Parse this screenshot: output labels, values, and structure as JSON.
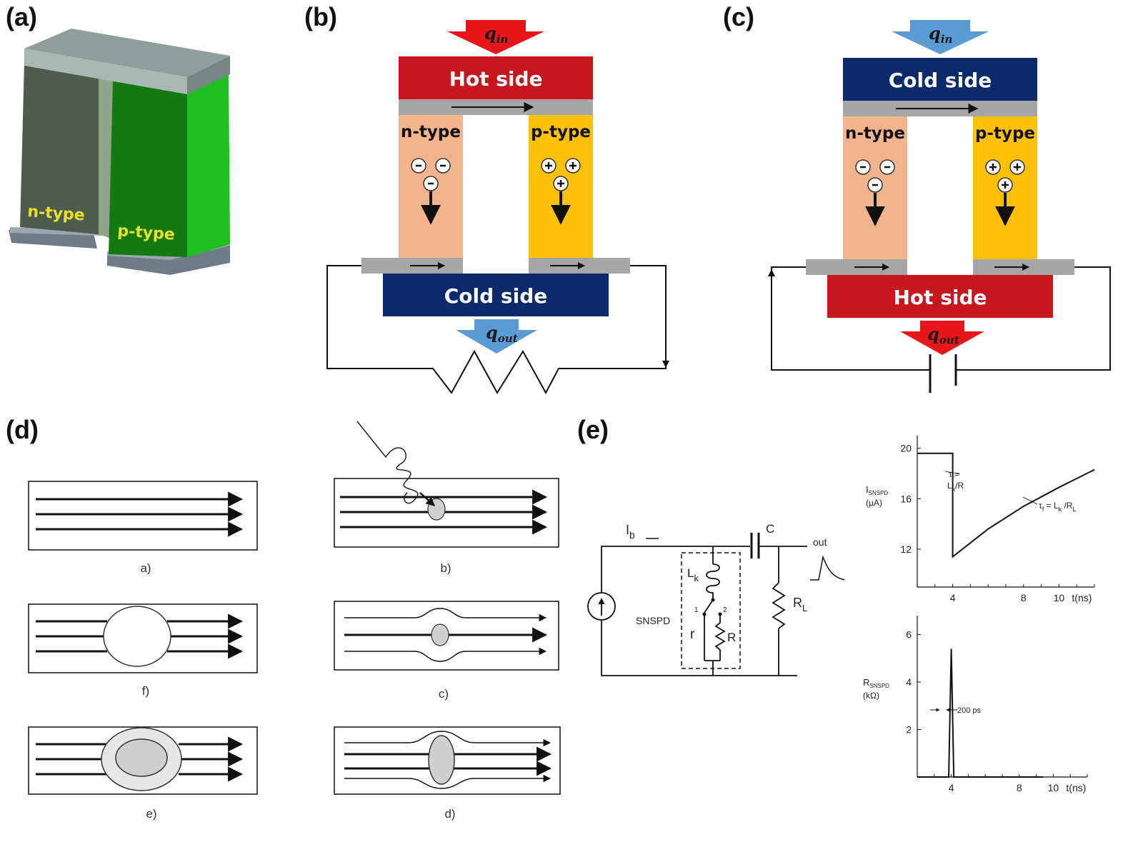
{
  "panels": {
    "a": {
      "label": "(a)",
      "n_label": "n-type",
      "p_label": "p-type"
    },
    "b": {
      "label": "(b)",
      "top_plate": "Hot side",
      "bottom_plate": "Cold side",
      "n_leg": "n-type",
      "p_leg": "p-type",
      "q_in": "q",
      "q_in_sub": "in",
      "q_out": "q",
      "q_out_sub": "out"
    },
    "c": {
      "label": "(c)",
      "top_plate": "Cold side",
      "bottom_plate": "Hot side",
      "n_leg": "n-type",
      "p_leg": "p-type",
      "q_in": "q",
      "q_in_sub": "in",
      "q_out": "q",
      "q_out_sub": "out"
    },
    "d": {
      "label": "(d)",
      "captions": [
        "a)",
        "b)",
        "f)",
        "c)",
        "e)",
        "d)"
      ]
    },
    "e": {
      "label": "(e)",
      "circuit": {
        "ib": "I",
        "ib_sub": "b",
        "c": "C",
        "out": "out",
        "lk": "L",
        "lk_sub": "k",
        "snspd": "SNSPD",
        "r_small": "r",
        "r_big": "R",
        "rl": "R",
        "rl_sub": "L",
        "sw1": "1",
        "sw2": "2"
      },
      "plot_current": {
        "ylabel_top": "I",
        "ylabel_sub": "SNSPD",
        "ylabel_unit": "(µA)",
        "yticks": [
          "20",
          "16",
          "12"
        ],
        "xticks": [
          "4",
          "8",
          "10"
        ],
        "xunit": "t(ns)",
        "rise_annot_top": "τ",
        "rise_annot_sub": "r",
        "rise_annot_eq": "=",
        "rise_annot_bottom": "L",
        "rise_annot_bottom_sub": "k",
        "rise_annot_bottom_rest": "/R",
        "fall_annot": "τ",
        "fall_annot_sub": "f",
        "fall_annot_eq": " = L",
        "fall_annot_eq_sub": "k",
        "fall_annot_rest": " /R",
        "fall_annot_rest_sub": "L"
      },
      "plot_resistance": {
        "ylabel_top": "R",
        "ylabel_sub": "SNSPD",
        "ylabel_unit": "(kΩ)",
        "yticks": [
          "6",
          "4",
          "2"
        ],
        "xticks": [
          "4",
          "8",
          "10"
        ],
        "xunit": "t(ns)",
        "width_annot": "200 ps"
      }
    }
  },
  "chart_data": [
    {
      "type": "line",
      "title": "",
      "xlabel": "t(ns)",
      "ylabel": "I SNSPD (µA)",
      "xlim": [
        2,
        12
      ],
      "ylim": [
        9,
        21
      ],
      "series": [
        {
          "x": [
            2,
            4,
            4,
            6,
            8,
            10,
            12
          ],
          "y": [
            19.6,
            19.6,
            11.4,
            13.6,
            15.4,
            16.9,
            18.3
          ]
        }
      ]
    },
    {
      "type": "line",
      "title": "",
      "xlabel": "t(ns)",
      "ylabel": "R SNSPD (kΩ)",
      "xlim": [
        2,
        12
      ],
      "ylim": [
        0,
        6.8
      ],
      "series": [
        {
          "x": [
            2,
            3.85,
            4.0,
            4.15,
            9.4
          ],
          "y": [
            0,
            0,
            5.4,
            0,
            0
          ]
        }
      ]
    }
  ],
  "colors": {
    "hot": "#c8161d",
    "cold": "#0b2a6b",
    "n_leg": "#f2b48d",
    "p_leg": "#fec107",
    "connector": "#a6a6a6",
    "arrow_hot": "#e8151b",
    "arrow_cold": "#5b9bd5",
    "module_green": "#19b219",
    "module_dark": "#2f4a2f"
  }
}
